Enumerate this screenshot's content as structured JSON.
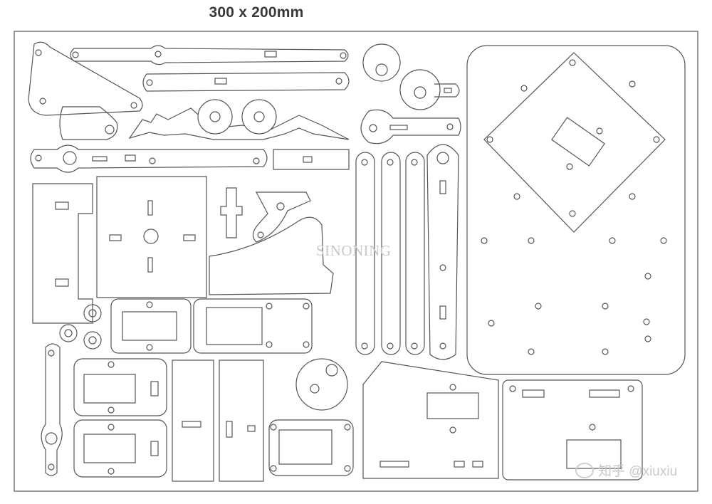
{
  "diagram": {
    "title": "300 x 200mm",
    "watermark": "SINONING",
    "account_label": "知乎 @xiuxiu"
  }
}
